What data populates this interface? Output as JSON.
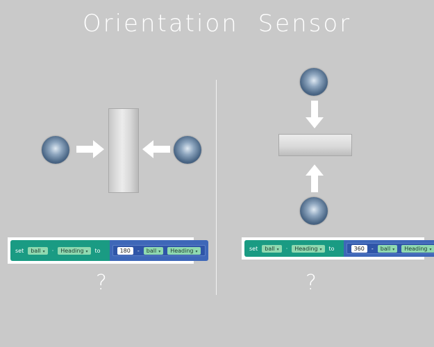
{
  "title": "Orientation Sensor",
  "left": {
    "code": {
      "set_label": "set",
      "var": "ball",
      "prop": "Heading",
      "to_label": "to",
      "number": "180",
      "operator": "-",
      "var2": "ball",
      "prop2": "Heading"
    },
    "question": "?"
  },
  "right": {
    "code": {
      "set_label": "set",
      "var": "ball",
      "prop": "Heading",
      "to_label": "to",
      "number": "360",
      "operator": "-",
      "var2": "ball",
      "prop2": "Heading"
    },
    "question": "?"
  },
  "icons": {
    "dropdown": "▾"
  }
}
